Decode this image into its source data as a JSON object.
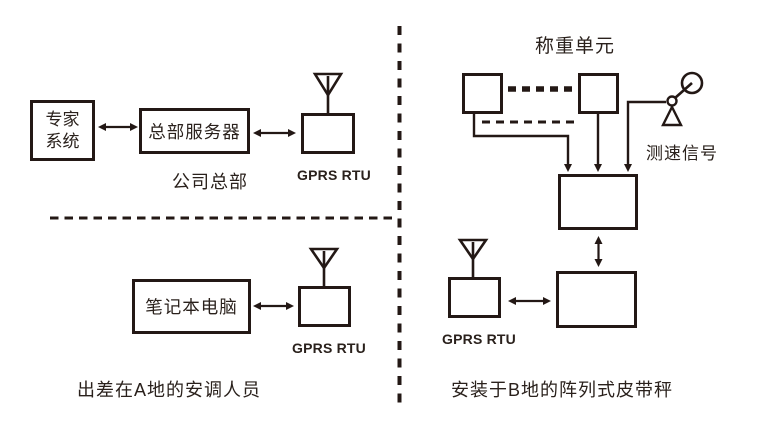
{
  "diagram": {
    "background": "#ffffff",
    "line_color": "#231815",
    "text_color": "#2a211c"
  },
  "hq_section": {
    "expert_system_label": "专家\n系统",
    "server_label": "总部服务器",
    "caption": "公司总部",
    "gprs_label": "GPRS RTU"
  },
  "field_a_section": {
    "laptop_label": "笔记本电脑",
    "gprs_label": "GPRS RTU",
    "caption": "出差在A地的安调人员"
  },
  "site_b_section": {
    "weighing_unit_title": "称重单元",
    "speed_signal_label": "测速信号",
    "gprs_label": "GPRS RTU",
    "caption": "安装于B地的阵列式皮带秤"
  },
  "icons": {
    "antenna": "antenna-icon",
    "speed_sensor": "tachometer-icon",
    "dashed_divider": "dashed-divider-line"
  }
}
